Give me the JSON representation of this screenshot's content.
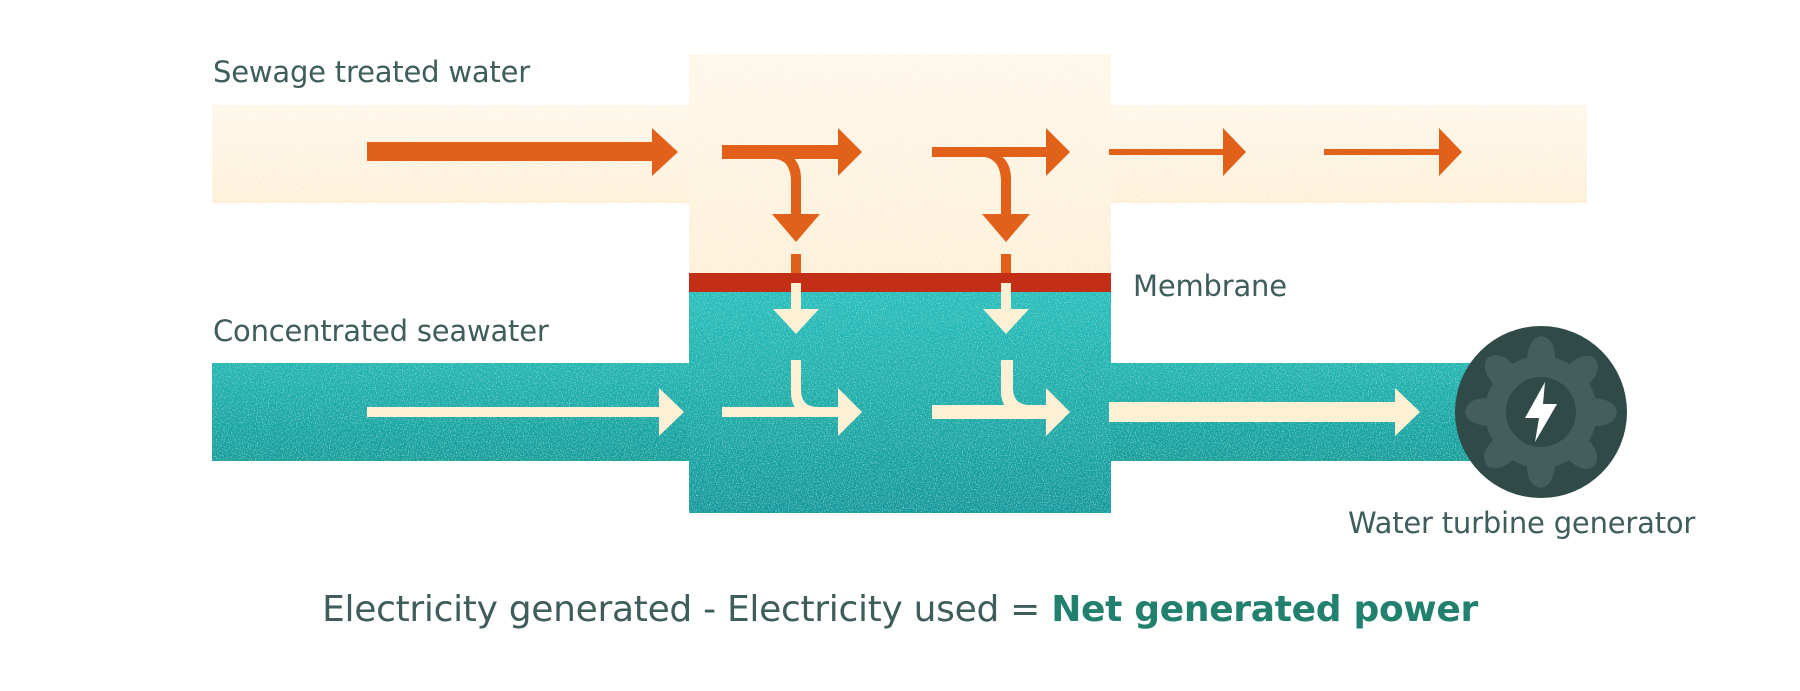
{
  "labels": {
    "sewage_water": "Sewage treated water",
    "concentrated_seawater": "Concentrated seawater",
    "membrane": "Membrane",
    "turbine": "Water turbine generator"
  },
  "formula": {
    "part1": "Electricity generated",
    "minus": " - ",
    "part2": "Electricity used",
    "equals": " = ",
    "result": "Net generated power"
  },
  "icons": {
    "turbine": "gear-icon",
    "bolt": "lightning-bolt-icon"
  },
  "colors": {
    "fresh_water": "#fdefd4",
    "seawater_top": "#26bcb8",
    "seawater_bottom": "#129a96",
    "flow_arrow_fresh": "#e2611a",
    "flow_arrow_sea": "#fdf0d5",
    "membrane": "#c22e16",
    "turbine_dark": "#2f4a47",
    "turbine_gear": "#435e5b",
    "text": "#3e5d5b",
    "highlight": "#22806f"
  }
}
